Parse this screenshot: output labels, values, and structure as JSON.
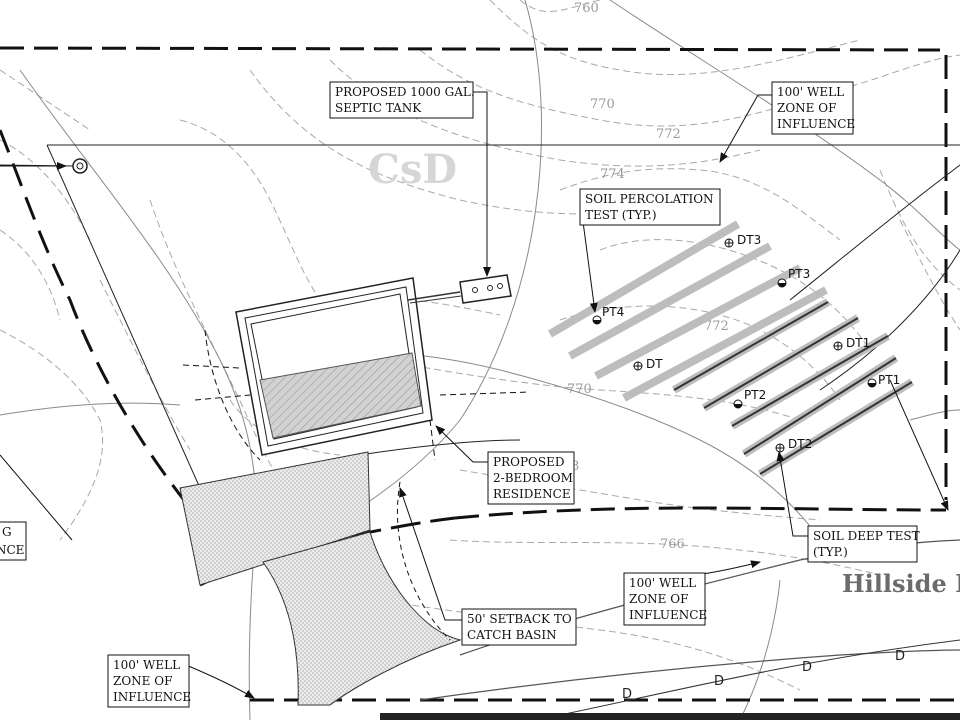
{
  "contours": {
    "c760": "760",
    "c770_top": "770",
    "c772_top": "772",
    "c774": "774",
    "c772_mid": "772",
    "c770_mid": "770",
    "c768": "8",
    "c766": "766"
  },
  "soil_label": "CsD",
  "road_label": "Hillside I",
  "callouts": {
    "septic_tank": [
      "PROPOSED 1000 GAL.",
      "SEPTIC TANK"
    ],
    "well_zone_top_right": [
      "100' WELL",
      "ZONE OF",
      "INFLUENCE"
    ],
    "percolation_test": [
      "SOIL PERCOLATION",
      "TEST (TYP.)"
    ],
    "residence": [
      "PROPOSED",
      "2-BEDROOM",
      "RESIDENCE"
    ],
    "deep_test": [
      "SOIL DEEP TEST",
      "(TYP.)"
    ],
    "well_zone_bottom_mid": [
      "100' WELL",
      "ZONE OF",
      "INFLUENCE"
    ],
    "setback": [
      "50' SETBACK TO",
      "CATCH BASIN"
    ],
    "well_zone_bottom_left": [
      "100' WELL",
      "ZONE OF",
      "INFLUENCE"
    ],
    "left_partial": [
      "G",
      "NCE"
    ]
  },
  "tests": {
    "dt3": "DT3",
    "pt3": "PT3",
    "pt4": "PT4",
    "dt_mid": "DT",
    "dt1": "DT1",
    "pt1": "PT1",
    "pt2": "PT2",
    "dt2": "DT2"
  },
  "drain_label": "D"
}
